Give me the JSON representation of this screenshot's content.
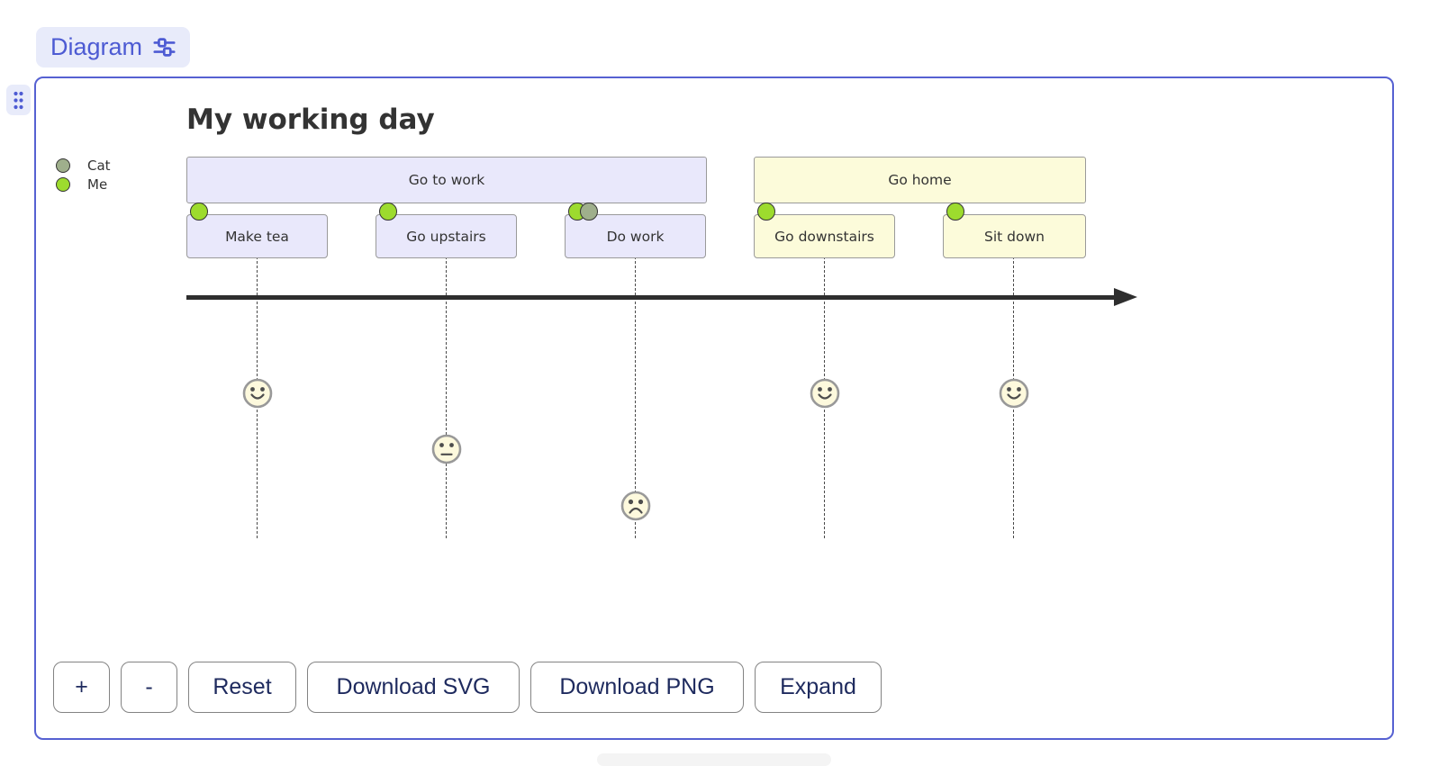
{
  "header": {
    "diagram_label": "Diagram"
  },
  "chart_data": {
    "type": "journey",
    "title": "My working day",
    "actors": [
      {
        "name": "Cat",
        "color": "#9faf8c"
      },
      {
        "name": "Me",
        "color": "#9ddb2e"
      }
    ],
    "sections": [
      {
        "name": "Go to work",
        "color": "#e9e8fb",
        "tasks": [
          {
            "name": "Make tea",
            "score": 5,
            "actors": [
              "Me"
            ]
          },
          {
            "name": "Go upstairs",
            "score": 3,
            "actors": [
              "Me"
            ]
          },
          {
            "name": "Do work",
            "score": 1,
            "actors": [
              "Me",
              "Cat"
            ]
          }
        ]
      },
      {
        "name": "Go home",
        "color": "#fcfbda",
        "tasks": [
          {
            "name": "Go downstairs",
            "score": 5,
            "actors": [
              "Me"
            ]
          },
          {
            "name": "Sit down",
            "score": 5,
            "actors": [
              "Me"
            ]
          }
        ]
      }
    ],
    "score_range": [
      1,
      5
    ],
    "legend_position": "top-left"
  },
  "toolbar": {
    "zoom_in": "+",
    "zoom_out": "-",
    "reset": "Reset",
    "download_svg": "Download SVG",
    "download_png": "Download PNG",
    "expand": "Expand"
  },
  "colors": {
    "accent_text": "#4d5bd3",
    "pill_bg": "#e8ebfa",
    "panel_border": "#5661d2",
    "section_work_fill": "#e9e8fb",
    "section_home_fill": "#fcfbda",
    "actor_cat": "#9faf8c",
    "actor_me": "#9ddb2e",
    "face_fill": "#fdf9dd",
    "button_text": "#1e2a5e",
    "diagram_text": "#333333"
  }
}
